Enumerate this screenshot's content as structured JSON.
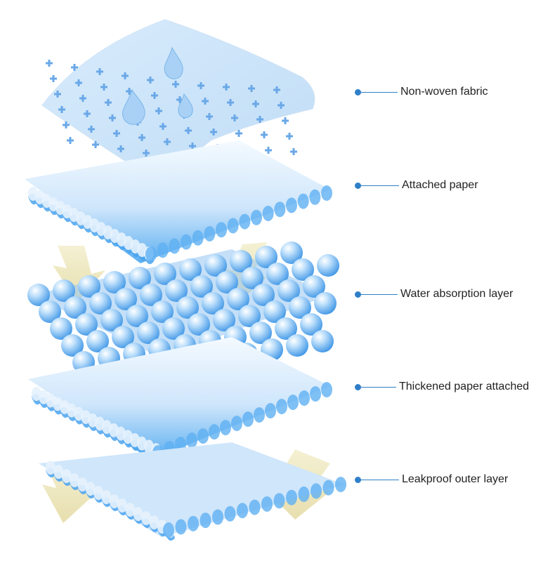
{
  "labels": {
    "non_woven_fabric": "Non-woven fabric",
    "attached_paper": "Attached paper",
    "water_absorption_layer": "Water absorption layer",
    "thickened_paper_attached": "Thickened paper attached",
    "leakproof_outer_layer": "Leakproof outer layer"
  },
  "colors": {
    "accent": "#2f7fc8",
    "layer_blue": "#5aaef0",
    "layer_light": "#e8f4ff",
    "arrow": "#e8e2b0"
  },
  "icons": [
    "water-drop-icon",
    "cross-perforation-icon",
    "flow-arrow-icon"
  ]
}
